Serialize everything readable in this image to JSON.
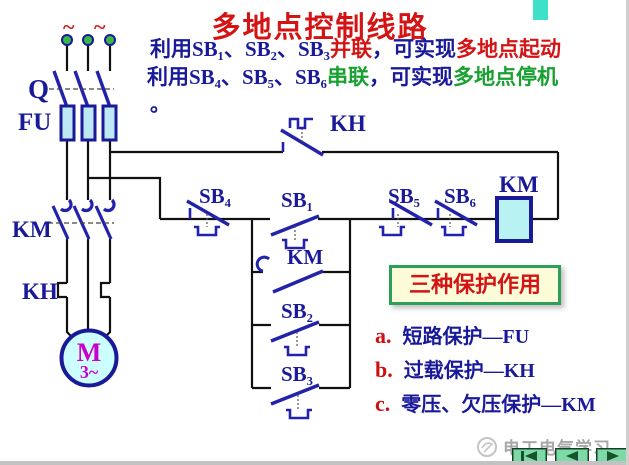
{
  "slide": {
    "title": "多地点控制线路",
    "line1": {
      "part1": "利用SB₁、SB₂、SB₃",
      "part2": "并联",
      "part3": "，可实现",
      "part4": "多地点起动"
    },
    "line2": {
      "part1": "利用SB₄、SB₅、SB₆",
      "part2": "串联",
      "part3": "，可实现",
      "part4": "多地点停机"
    },
    "line3": "。"
  },
  "circuit": {
    "ac_marks": "~ ~",
    "labels": {
      "switch": "Q",
      "fuse": "FU",
      "contactor_main": "KM",
      "thermal_main": "KH",
      "thermal_contact": "KH",
      "stop4": "SB₄",
      "start1": "SB₁",
      "seal_in": "KM",
      "start2": "SB₂",
      "start3": "SB₃",
      "stop5": "SB₅",
      "stop6": "SB₆",
      "coil": "KM"
    },
    "motor": {
      "letter": "M",
      "phase": "3~"
    }
  },
  "info_box": {
    "title": "三种保护作用"
  },
  "protections": [
    {
      "index": "a.",
      "text": "短路保护—FU"
    },
    {
      "index": "b.",
      "text": "过载保护—KH"
    },
    {
      "index": "c.",
      "text": "零压、欠压保护—KM"
    }
  ],
  "footer": {
    "watermark": "电工电气学习"
  },
  "palette": {
    "device_blue": "#1a1a99",
    "wire_black": "#111111",
    "title_red": "#d41414",
    "green_text": "#18a030",
    "accent_teal": "#3fe0c8",
    "nav_green": "#7ed9a6",
    "motor_magenta": "#cc00cc",
    "fuse_fill": "#bfe8f5",
    "coil_fill": "#b8f2f2",
    "motor_fill": "#ccffff"
  }
}
